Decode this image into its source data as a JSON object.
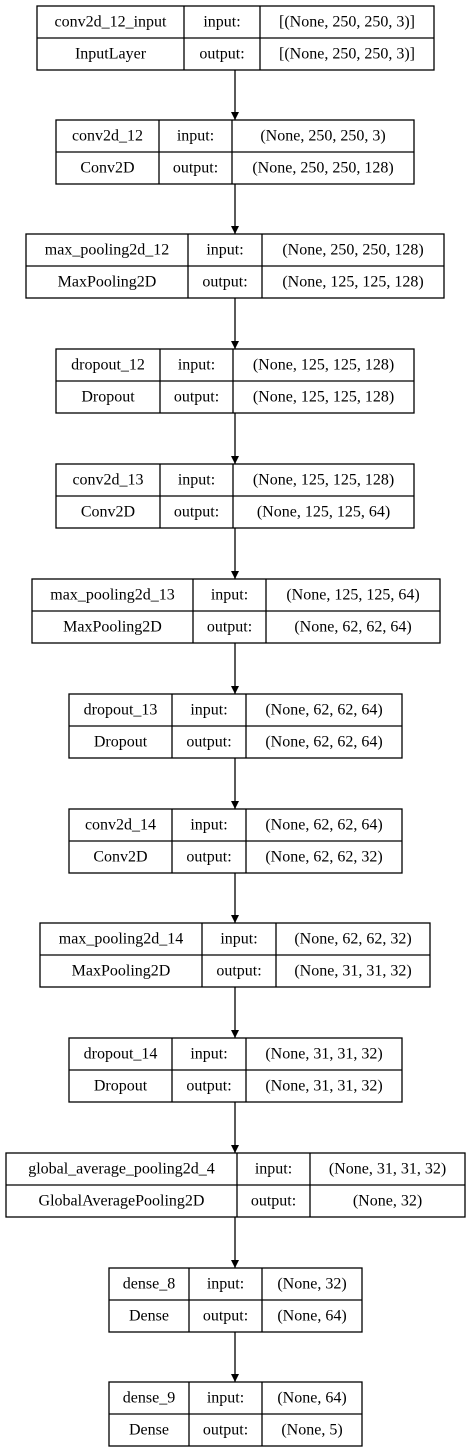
{
  "layers": [
    {
      "name": "conv2d_12_input",
      "type": "InputLayer",
      "input_label": "input:",
      "output_label": "output:",
      "input_shape": "[(None, 250, 250, 3)]",
      "output_shape": "[(None, 250, 250, 3)]"
    },
    {
      "name": "conv2d_12",
      "type": "Conv2D",
      "input_label": "input:",
      "output_label": "output:",
      "input_shape": "(None, 250, 250, 3)",
      "output_shape": "(None, 250, 250, 128)"
    },
    {
      "name": "max_pooling2d_12",
      "type": "MaxPooling2D",
      "input_label": "input:",
      "output_label": "output:",
      "input_shape": "(None, 250, 250, 128)",
      "output_shape": "(None, 125, 125, 128)"
    },
    {
      "name": "dropout_12",
      "type": "Dropout",
      "input_label": "input:",
      "output_label": "output:",
      "input_shape": "(None, 125, 125, 128)",
      "output_shape": "(None, 125, 125, 128)"
    },
    {
      "name": "conv2d_13",
      "type": "Conv2D",
      "input_label": "input:",
      "output_label": "output:",
      "input_shape": "(None, 125, 125, 128)",
      "output_shape": "(None, 125, 125, 64)"
    },
    {
      "name": "max_pooling2d_13",
      "type": "MaxPooling2D",
      "input_label": "input:",
      "output_label": "output:",
      "input_shape": "(None, 125, 125, 64)",
      "output_shape": "(None, 62, 62, 64)"
    },
    {
      "name": "dropout_13",
      "type": "Dropout",
      "input_label": "input:",
      "output_label": "output:",
      "input_shape": "(None, 62, 62, 64)",
      "output_shape": "(None, 62, 62, 64)"
    },
    {
      "name": "conv2d_14",
      "type": "Conv2D",
      "input_label": "input:",
      "output_label": "output:",
      "input_shape": "(None, 62, 62, 64)",
      "output_shape": "(None, 62, 62, 32)"
    },
    {
      "name": "max_pooling2d_14",
      "type": "MaxPooling2D",
      "input_label": "input:",
      "output_label": "output:",
      "input_shape": "(None, 62, 62, 32)",
      "output_shape": "(None, 31, 31, 32)"
    },
    {
      "name": "dropout_14",
      "type": "Dropout",
      "input_label": "input:",
      "output_label": "output:",
      "input_shape": "(None, 31, 31, 32)",
      "output_shape": "(None, 31, 31, 32)"
    },
    {
      "name": "global_average_pooling2d_4",
      "type": "GlobalAveragePooling2D",
      "input_label": "input:",
      "output_label": "output:",
      "input_shape": "(None, 31, 31, 32)",
      "output_shape": "(None, 32)"
    },
    {
      "name": "dense_8",
      "type": "Dense",
      "input_label": "input:",
      "output_label": "output:",
      "input_shape": "(None, 32)",
      "output_shape": "(None, 64)"
    },
    {
      "name": "dense_9",
      "type": "Dense",
      "input_label": "input:",
      "output_label": "output:",
      "input_shape": "(None, 64)",
      "output_shape": "(None, 5)"
    }
  ],
  "colors": {
    "stroke": "#000000",
    "fill": "#ffffff",
    "text": "#000000"
  }
}
